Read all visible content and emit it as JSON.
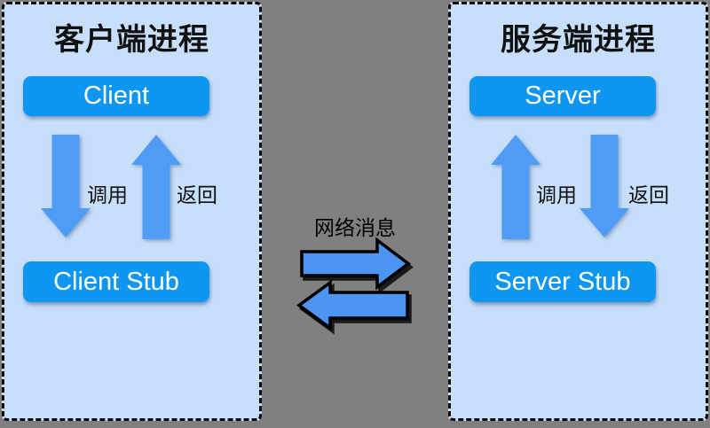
{
  "colors": {
    "page_bg": "#808080",
    "panel_bg": "#c7dffa",
    "panel_border": "#0a0a0a",
    "box_blue": "#0e96f0",
    "arrow_blue": "#4f9cf7",
    "net_arrow_blue": "#4e94f2",
    "net_arrow_outline": "#000000",
    "box_text": "#ffffff",
    "text": "#111111"
  },
  "left_panel": {
    "title": "客户端进程",
    "top_box": "Client",
    "bottom_box": "Client Stub",
    "call_label": "调用",
    "return_label": "返回"
  },
  "right_panel": {
    "title": "服务端进程",
    "top_box": "Server",
    "bottom_box": "Server Stub",
    "call_label": "调用",
    "return_label": "返回"
  },
  "network": {
    "label": "网络消息"
  }
}
